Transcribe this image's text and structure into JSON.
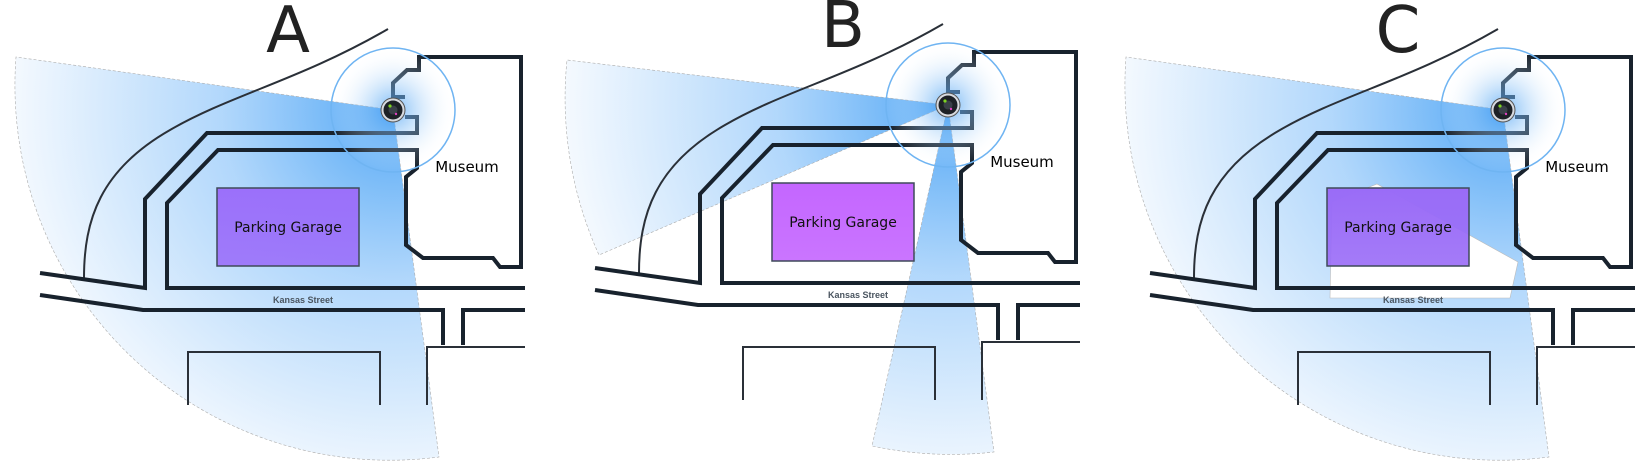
{
  "panels": [
    {
      "label": "A",
      "garage": "Parking Garage",
      "museum": "Museum",
      "street": "Kansas Street",
      "garage_color": "#9b70fa",
      "coverage": "full-wedge"
    },
    {
      "label": "B",
      "garage": "Parking Garage",
      "museum": "Museum",
      "street": "Kansas Street",
      "garage_color": "#c466ff",
      "coverage": "split-wedge"
    },
    {
      "label": "C",
      "garage": "Parking Garage",
      "museum": "Museum",
      "street": "Kansas Street",
      "garage_color": "#9a6cf7",
      "coverage": "occluded-wedge"
    }
  ],
  "colors": {
    "coverage": "#4aa3f5",
    "road": "#18222d",
    "camera_ring": "#6fb4f2"
  }
}
